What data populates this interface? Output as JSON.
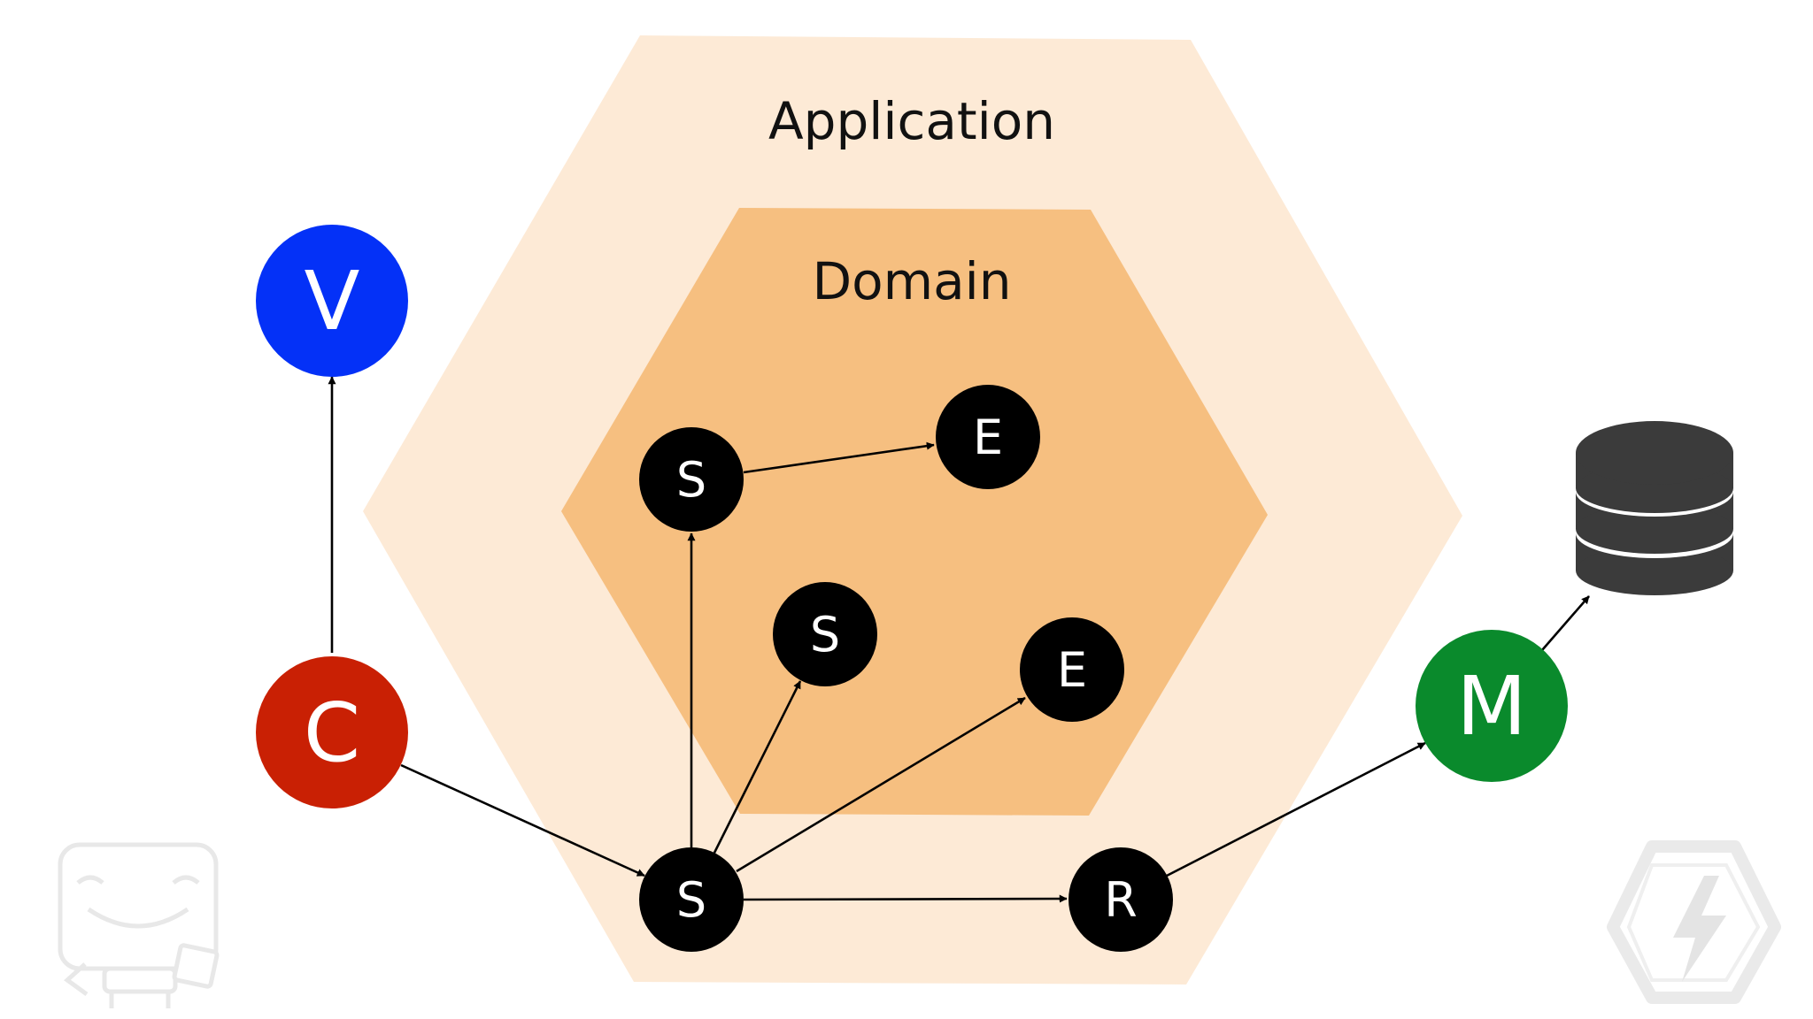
{
  "colors": {
    "background": "#ffffff",
    "application_fill": "#fde6cf",
    "domain_fill": "#f6bd7b",
    "view": "#0431f7",
    "controller": "#c92004",
    "model": "#0a8a2c",
    "service": "#000000",
    "database": "#3b3b3b",
    "watermark": "#e8e8e8"
  },
  "layers": {
    "application": {
      "label": "Application"
    },
    "domain": {
      "label": "Domain"
    }
  },
  "nodes": {
    "view": {
      "label": "V",
      "color": "#0431f7"
    },
    "controller": {
      "label": "C",
      "color": "#c92004"
    },
    "model": {
      "label": "M",
      "color": "#0a8a2c"
    },
    "app_service": {
      "label": "S"
    },
    "repository": {
      "label": "R"
    },
    "domain_service_1": {
      "label": "S"
    },
    "domain_service_2": {
      "label": "S"
    },
    "entity_1": {
      "label": "E"
    },
    "entity_2": {
      "label": "E"
    }
  },
  "edges": [
    {
      "from": "controller",
      "to": "view"
    },
    {
      "from": "controller",
      "to": "app_service"
    },
    {
      "from": "app_service",
      "to": "domain_service_1"
    },
    {
      "from": "app_service",
      "to": "domain_service_2"
    },
    {
      "from": "app_service",
      "to": "entity_2"
    },
    {
      "from": "app_service",
      "to": "repository"
    },
    {
      "from": "domain_service_1",
      "to": "entity_1"
    },
    {
      "from": "repository",
      "to": "model"
    },
    {
      "from": "model",
      "to": "database"
    }
  ],
  "icons": {
    "database": "database-icon",
    "left_watermark": "robot-mascot-icon",
    "right_watermark": "lightning-hexagon-icon"
  }
}
